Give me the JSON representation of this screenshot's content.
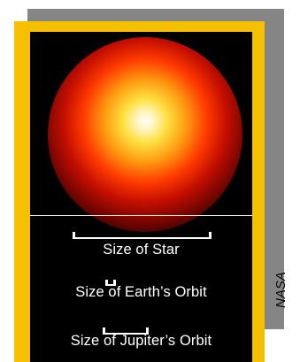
{
  "labels": {
    "star_size": "Size of Star",
    "earth_orbit": "Size of Earth’s Orbit",
    "jupiter_orbit": "Size of Jupiter’s Orbit"
  },
  "credit": "NASA",
  "colors": {
    "frame_gold": "#f6c000",
    "frame_shadow": "#858585",
    "panel_background": "#000000",
    "star_core": "#fff5c0",
    "star_outer": "#c50f00"
  }
}
